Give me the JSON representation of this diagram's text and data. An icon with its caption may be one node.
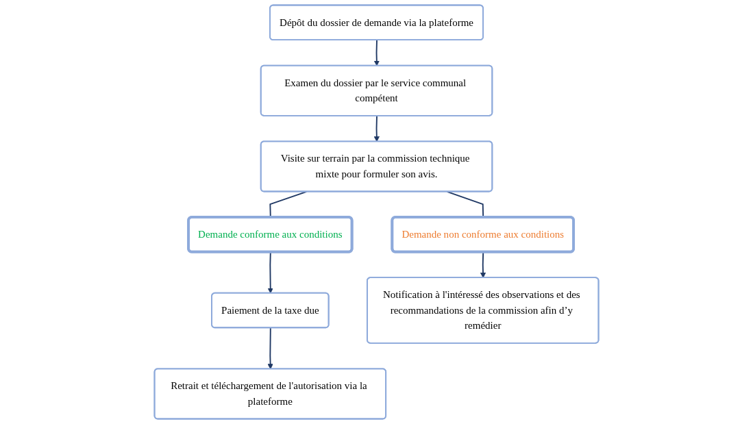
{
  "diagram": {
    "nodes": [
      {
        "text": [
          "Dépôt du dossier de demande via la plateforme"
        ]
      },
      {
        "text": [
          "Examen du dossier par le service communal compétent"
        ]
      },
      {
        "text": [
          "Visite sur terrain par la commission technique mixte pour formuler son avis."
        ]
      },
      {
        "text": [
          "Demande conforme aux conditions"
        ]
      },
      {
        "text": [
          "Demande non conforme aux conditions"
        ]
      },
      {
        "text": [
          "Paiement de la taxe due"
        ]
      },
      {
        "text": [
          "Retrait et téléchargement de l'autorisation via la plateforme"
        ]
      },
      {
        "text": [
          "Notification à l'intéressé des observations et des recommandations de la commission afin d’y remédier"
        ]
      }
    ],
    "edges": [
      {
        "from": 0,
        "to": 1,
        "arrow": "to"
      },
      {
        "from": 1,
        "to": 2,
        "arrow": "to"
      },
      {
        "from": 2,
        "to": 3,
        "arrow": "none"
      },
      {
        "from": 2,
        "to": 4,
        "arrow": "none"
      },
      {
        "from": 3,
        "to": 5,
        "arrow": "to"
      },
      {
        "from": 5,
        "to": 6,
        "arrow": "to"
      },
      {
        "from": 4,
        "to": 7,
        "arrow": "to"
      }
    ]
  }
}
